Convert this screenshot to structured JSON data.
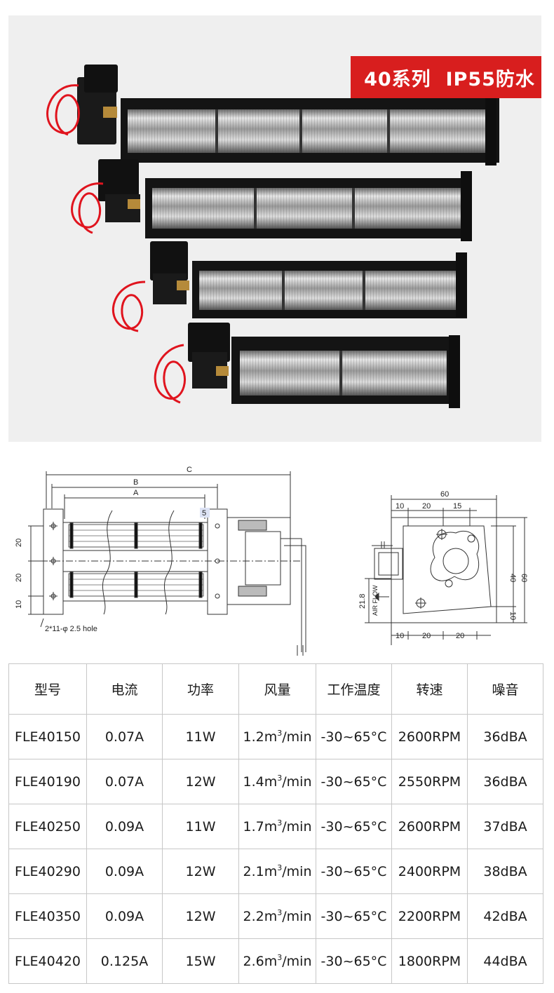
{
  "photo": {
    "badge": {
      "series": "40系列",
      "spec": "IP55防水"
    },
    "fans": [
      "fan-1",
      "fan-2",
      "fan-3",
      "fan-4"
    ],
    "colors": {
      "badge": "#d81e1e",
      "wire": "#e0141e",
      "housing": "#111111"
    }
  },
  "drawing_side": {
    "dims": {
      "c": "C",
      "b": "B",
      "a": "A",
      "five": "5",
      "left_20_top": "20",
      "left_20_bottom": "20",
      "left_10": "10"
    },
    "hole_note": "2*11-φ 2.5 hole"
  },
  "drawing_end": {
    "dims": {
      "top_total": "60",
      "top_10": "10",
      "top_20": "20",
      "top_15": "15",
      "right_40": "40",
      "right_60": "60",
      "right_10": "10",
      "bottom_10": "10",
      "bottom_20a": "20",
      "bottom_20b": "20",
      "left_21_8": "21.8"
    },
    "airflow_label": "AIR FLOW"
  },
  "table": {
    "headers": [
      "型号",
      "电流",
      "功率",
      "风量",
      "工作温度",
      "转速",
      "噪音"
    ],
    "rows": [
      {
        "model": "FLE40150",
        "current": "0.07A",
        "power": "11W",
        "flow": "1.2m",
        "flow_exp": "3",
        "flow_unit": "/min",
        "temp": "-30~65°C",
        "speed": "2600RPM",
        "noise": "36dBA"
      },
      {
        "model": "FLE40190",
        "current": "0.07A",
        "power": "12W",
        "flow": "1.4m",
        "flow_exp": "3",
        "flow_unit": "/min",
        "temp": "-30~65°C",
        "speed": "2550RPM",
        "noise": "36dBA"
      },
      {
        "model": "FLE40250",
        "current": "0.09A",
        "power": "11W",
        "flow": "1.7m",
        "flow_exp": "3",
        "flow_unit": "/min",
        "temp": "-30~65°C",
        "speed": "2600RPM",
        "noise": "37dBA"
      },
      {
        "model": "FLE40290",
        "current": "0.09A",
        "power": "12W",
        "flow": "2.1m",
        "flow_exp": "3",
        "flow_unit": "/min",
        "temp": "-30~65°C",
        "speed": "2400RPM",
        "noise": "38dBA"
      },
      {
        "model": "FLE40350",
        "current": "0.09A",
        "power": "12W",
        "flow": "2.2m",
        "flow_exp": "3",
        "flow_unit": "/min",
        "temp": "-30~65°C",
        "speed": "2200RPM",
        "noise": "42dBA"
      },
      {
        "model": "FLE40420",
        "current": "0.125A",
        "power": "15W",
        "flow": "2.6m",
        "flow_exp": "3",
        "flow_unit": "/min",
        "temp": "-30~65°C",
        "speed": "1800RPM",
        "noise": "44dBA"
      }
    ]
  }
}
